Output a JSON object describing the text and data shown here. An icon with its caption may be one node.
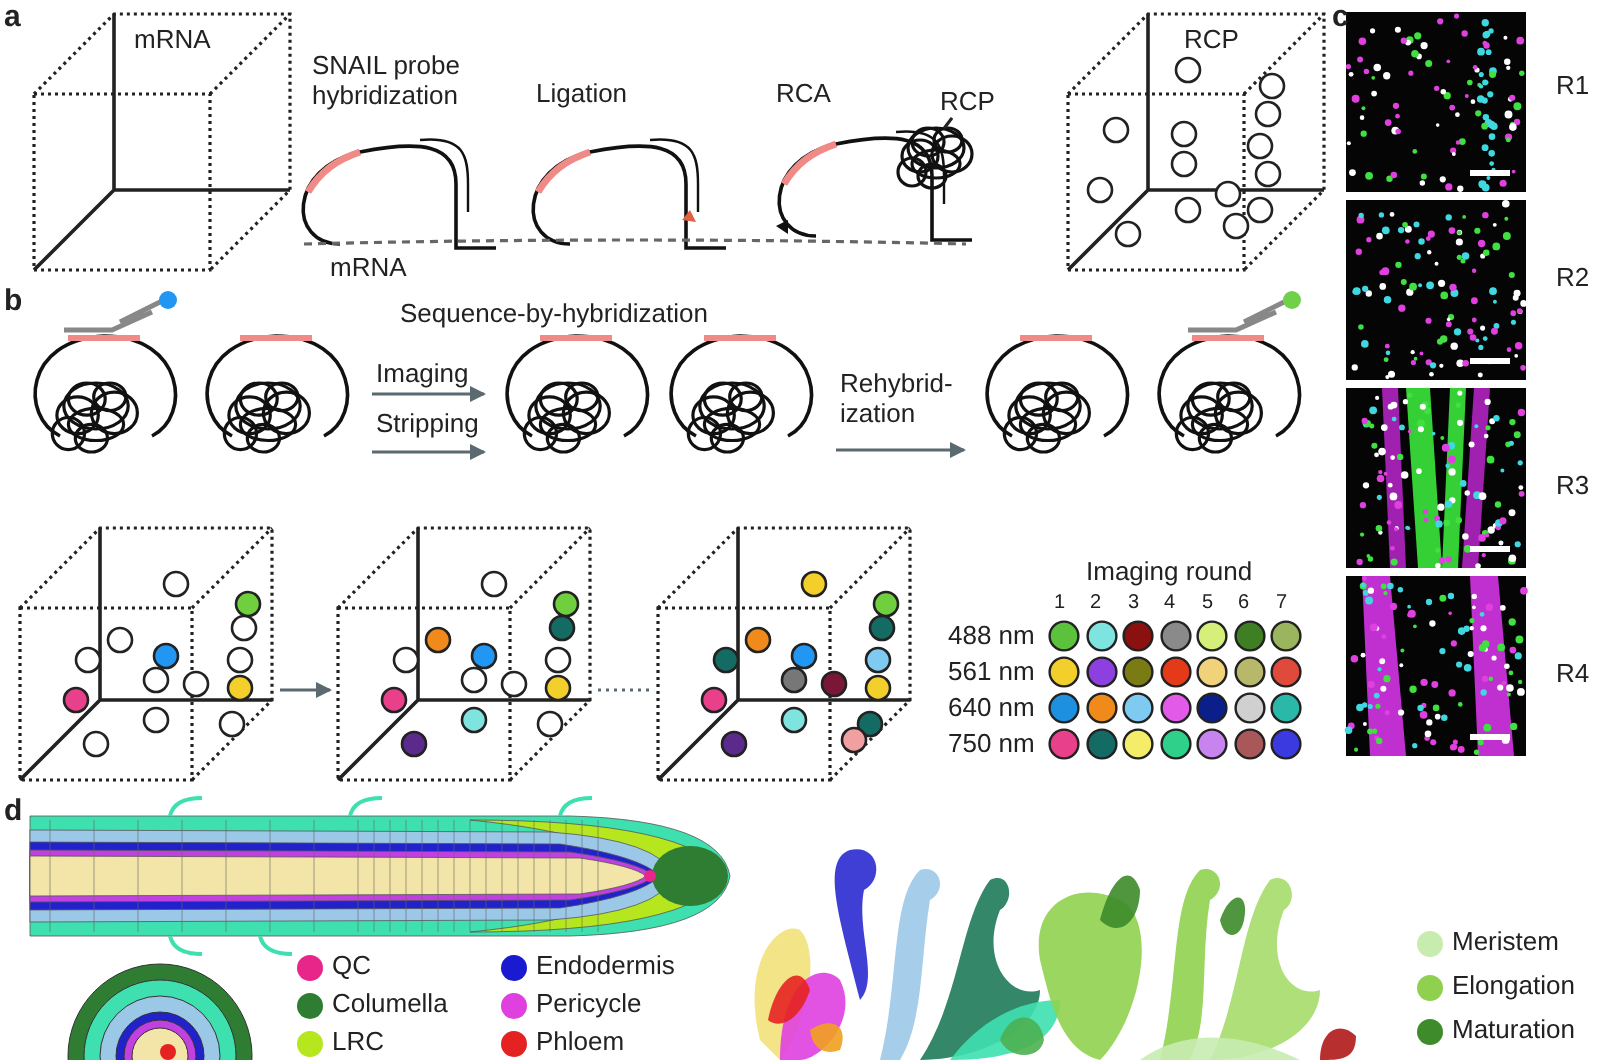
{
  "diagram": {
    "nodes": [
      {
        "text": [
          "mRNA"
        ]
      },
      {
        "text": [
          "RCP"
        ]
      },
      {
        "text": [],
        "shape": "picture"
      },
      {
        "text": [
          "RCP"
        ]
      },
      {
        "text": [],
        "shape": "picture"
      },
      {
        "text": [],
        "shape": "picture"
      },
      {
        "text": [],
        "shape": "picture"
      },
      {
        "text": [],
        "shape": "picture"
      },
      {
        "text": [],
        "shape": "picture"
      },
      {
        "text": [],
        "shape": "picture"
      },
      {
        "text": [],
        "shape": "picture"
      },
      {
        "text": [],
        "shape": "picture"
      },
      {
        "text": [],
        "shape": "picture"
      }
    ],
    "edges": [
      {
        "from": 1,
        "to": 2,
        "arrow": "none"
      },
      {
        "from": 5,
        "to": 6,
        "arrow": "to",
        "label": "Imaging"
      },
      {
        "from": 5,
        "to": 6,
        "arrow": "to",
        "label": "Stripping"
      },
      {
        "from": 7,
        "to": 8,
        "arrow": "to",
        "label": "Rehybrid- ization"
      },
      {
        "from": 10,
        "to": 11,
        "arrow": "to"
      },
      {
        "from": 11,
        "to": 12,
        "arrow": "none",
        "style": "dashed"
      }
    ],
    "labels": [
      "a",
      "SNAIL probe hybridization",
      "Ligation",
      "RCA",
      "mRNA",
      "c",
      "R1",
      "R2",
      "R3",
      "R4",
      "b",
      "Sequence-by-hybridization",
      "Imaging round",
      "1",
      "2",
      "3",
      "4",
      "5",
      "6",
      "7",
      "488 nm",
      "561 nm",
      "640 nm",
      "750 nm",
      "d"
    ],
    "legend": [
      {
        "text": "QC",
        "color": "#e8268a"
      },
      {
        "text": "Columella",
        "color": "#2e7d32"
      },
      {
        "text": "LRC",
        "color": "#b6e61e"
      },
      {
        "text": "Endodermis",
        "color": "#1a1ad0"
      },
      {
        "text": "Pericycle",
        "color": "#e040e0"
      },
      {
        "text": "Phloem",
        "color": "#e52222"
      },
      {
        "text": "Meristem",
        "color": "#c8ecb0"
      },
      {
        "text": "Elongation",
        "color": "#8fd14f"
      },
      {
        "text": "Maturation",
        "color": "#3d8b2a"
      }
    ]
  }
}
